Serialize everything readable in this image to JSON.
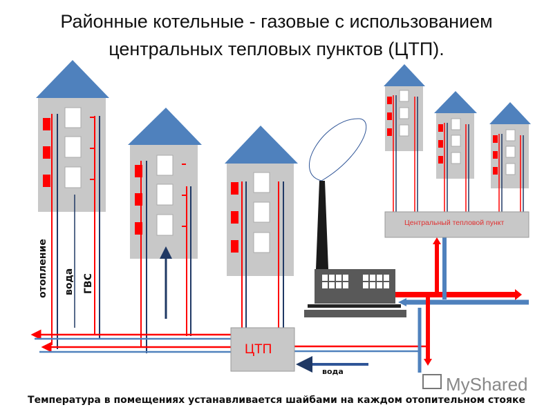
{
  "title": {
    "line1": "Районные котельные - газовые с использованием",
    "line2": "центральных тепловых пунктов (ЦТП)."
  },
  "labels": {
    "heating": "отопление",
    "water": "вода",
    "hot_water": "ГВС",
    "ctp": "ЦТП",
    "water_in": "вода",
    "central_point": "Центральный тепловой пункт"
  },
  "footer": "Температура в помещениях устанавливается шайбами на каждом отопительном стояке",
  "watermark": "MyShared",
  "colors": {
    "supply": "#ff0000",
    "return": "#4f81bd",
    "roof": "#4f81bd",
    "building": "#c8c8c8",
    "plant": "#595959"
  }
}
